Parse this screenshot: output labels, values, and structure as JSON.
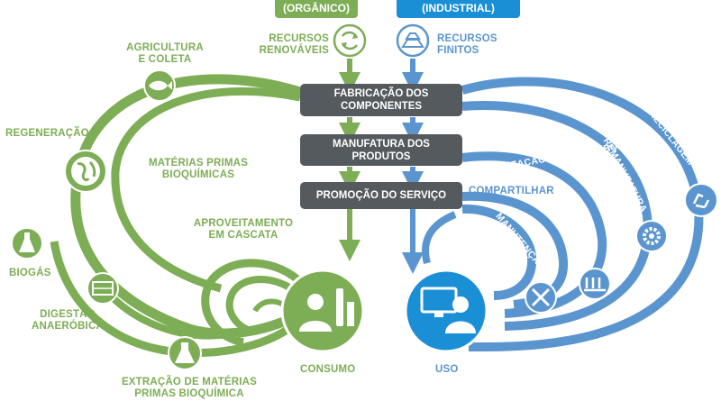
{
  "header": {
    "organic": "(ORGÂNICO)",
    "industrial": "(INDUSTRIAL)"
  },
  "top": {
    "renewable": "RECURSOS\nRENOVÁVEIS",
    "finite": "RECURSOS\nFINITOS"
  },
  "process": [
    "FABRICAÇÃO DOS\nCOMPONENTES",
    "MANUFATURA DOS\nPRODUTOS",
    "PROMOÇÃO DO SERVIÇO"
  ],
  "organic_labels": {
    "agriculture": "AGRICULTURA\nE COLETA",
    "regeneration": "REGENERAÇÃO",
    "biochemical": "MATÉRIAS PRIMAS\nBIOQUÍMICAS",
    "cascade": "APROVEITAMENTO\nEM CASCATA",
    "biogas": "BIOGÁS",
    "digestion": "DIGESTÃO\nANAERÓBICA",
    "extraction": "EXTRAÇÃO DE MATÉRIAS\nPRIMAS BIOQUÍMICA",
    "consumption": "CONSUMO"
  },
  "industrial_labels": {
    "sharing": "COMPARTILHAR",
    "maintenance": "MANUTENÇÃO",
    "reuse": "REUTILIZAÇÃO E REDISTRIBUIÇÃO",
    "remanufacture": "REMANUFATURA",
    "recycling": "RECICLAGEM",
    "use": "USO"
  },
  "colors": {
    "green": "#7dad55",
    "blue": "#5b95cf",
    "box": "#555a5e",
    "use_circle": "#1b8fd6"
  }
}
